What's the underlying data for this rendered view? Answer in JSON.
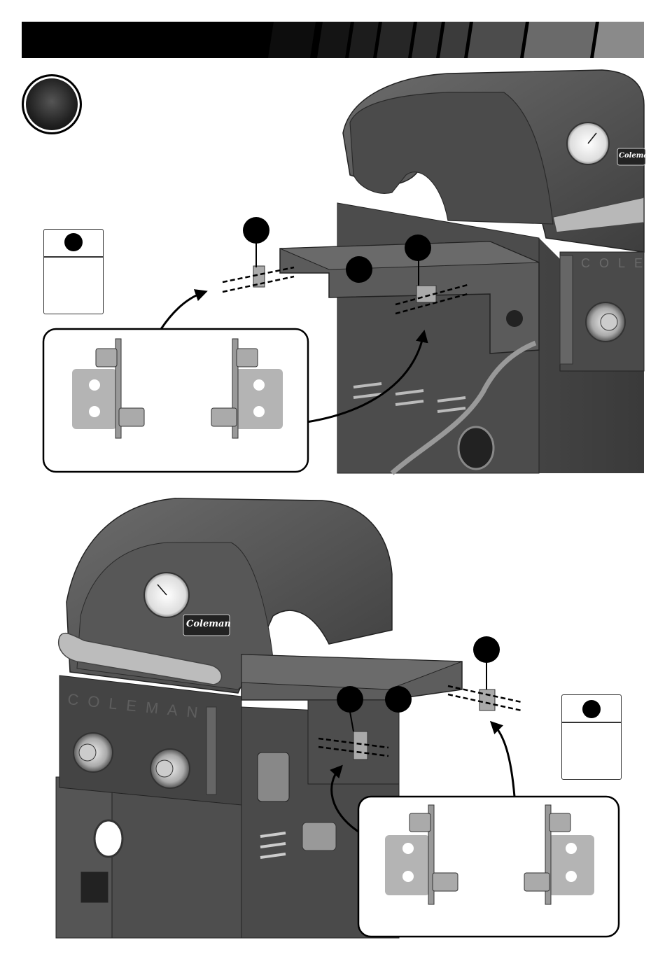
{
  "brand": {
    "logo_text": "Coleman",
    "engraved_text_top": "COLE",
    "engraved_text_bottom": "COLEMAN"
  },
  "colors": {
    "grill_body": "#5a5a5a",
    "grill_dark": "#3a3a3a",
    "bracket_gray": "#a9a9a9",
    "callout": "#000000"
  },
  "icons": {
    "hardware": "screw-icon",
    "step": "step-number-icon"
  }
}
